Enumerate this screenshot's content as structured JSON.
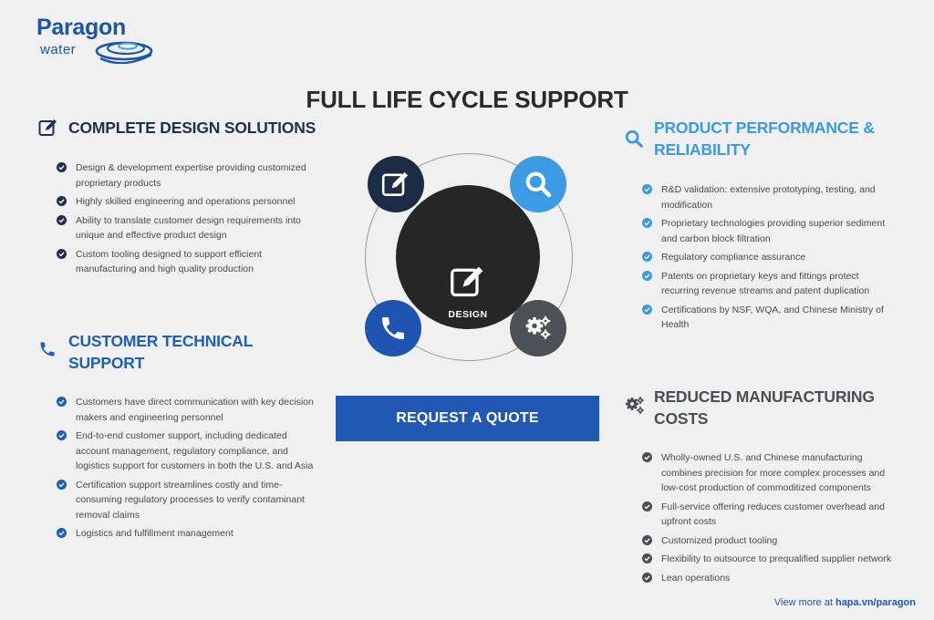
{
  "logo": {
    "brand": "Paragon",
    "sub": "water"
  },
  "title": "FULL LIFE CYCLE SUPPORT",
  "sections": {
    "design": {
      "title": "COMPLETE DESIGN SOLUTIONS",
      "icon": "edit-icon",
      "color": "#1f3050",
      "items": [
        "Design & development expertise providing customized proprietary products",
        "Highly skilled engineering and operations personnel",
        "Ability to translate customer design requirements into unique and effective product design",
        "Custom tooling designed to support efficient manufacturing and high quality production"
      ]
    },
    "support": {
      "title": "CUSTOMER TECHNICAL SUPPORT",
      "icon": "phone-icon",
      "color": "#1f5fb6",
      "items": [
        "Customers have direct communication with key decision makers and engineering personnel",
        "End-to-end customer support, including dedicated account management, regulatory compliance, and logistics support for customers in both the U.S. and Asia",
        "Certification support streamlines costly and time-consuming regulatory processes to verify contaminant removal claims",
        "Logistics and fulfillment management"
      ]
    },
    "performance": {
      "title": "PRODUCT PERFORMANCE & RELIABILITY",
      "icon": "search-icon",
      "color": "#3b9ae1",
      "items": [
        "R&D validation: extensive prototyping, testing, and modification",
        "Proprietary technologies providing superior sediment and carbon block filtration",
        "Regulatory compliance assurance",
        "Patents on proprietary keys and fittings protect recurring revenue streams and patent duplication",
        "Certifications by NSF, WQA, and Chinese Ministry of Health"
      ]
    },
    "costs": {
      "title": "REDUCED MANUFACTURING COSTS",
      "icon": "gears-icon",
      "color": "#4a4f55",
      "items": [
        "Wholly-owned U.S. and Chinese manufacturing combines precision for more complex processes and low-cost production of commoditized components",
        "Full-service offering reduces customer overhead and upfront costs",
        "Customized product tooling",
        "Flexibility to outsource to prequalified supplier network",
        "Lean operations"
      ]
    }
  },
  "diagram": {
    "center_label": "DESIGN",
    "nodes": [
      {
        "icon": "edit-icon",
        "color": "#1c2c47"
      },
      {
        "icon": "search-icon",
        "color": "#3d9be3"
      },
      {
        "icon": "phone-icon",
        "color": "#1f55b0"
      },
      {
        "icon": "gears-icon",
        "color": "#4b5157"
      }
    ]
  },
  "cta": {
    "label": "REQUEST A QUOTE"
  },
  "footer": {
    "prefix": "View more at",
    "link": "hapa.vn/paragon"
  }
}
